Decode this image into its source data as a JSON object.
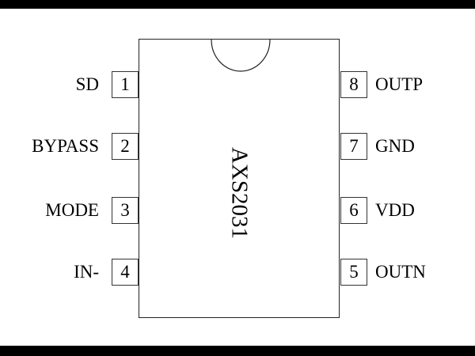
{
  "chip": {
    "name": "AXS2031"
  },
  "pins": {
    "left": [
      {
        "number": "1",
        "name": "SD"
      },
      {
        "number": "2",
        "name": "BYPASS"
      },
      {
        "number": "3",
        "name": "MODE"
      },
      {
        "number": "4",
        "name": "IN-"
      }
    ],
    "right": [
      {
        "number": "8",
        "name": "OUTP"
      },
      {
        "number": "7",
        "name": "GND"
      },
      {
        "number": "6",
        "name": "VDD"
      },
      {
        "number": "5",
        "name": "OUTN"
      }
    ]
  }
}
